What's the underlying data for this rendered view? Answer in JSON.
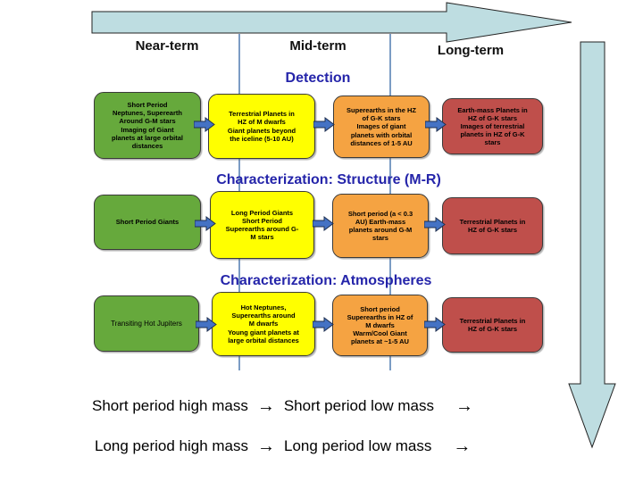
{
  "colors": {
    "light_blue": "#bedde1",
    "arrow_blue": "#4472c4",
    "green": "#66a93c",
    "yellow": "#ffff00",
    "orange": "#f5a342",
    "brick": "#bf4f4b",
    "heading_blue": "#2525aa",
    "divider": "#7b9cc4"
  },
  "timeline": {
    "near": "Near-term",
    "mid": "Mid-term",
    "long": "Long-term"
  },
  "sections": [
    {
      "title": "Detection",
      "boxes": [
        {
          "text": "Short Period\nNeptunes, Superearth\nAround G-M stars\nImaging of Giant\nplanets at large orbital\ndistances"
        },
        {
          "text": "Terrestrial Planets in\nHZ of M dwarfs\nGiant planets beyond\nthe iceline (5-10 AU)"
        },
        {
          "text": "Superearths in the HZ\nof G-K stars\nImages of giant\nplanets with orbital\ndistances of 1-5 AU"
        },
        {
          "text": "Earth-mass Planets in\nHZ of G-K stars\nImages of terrestrial\nplanets in HZ of G-K\nstars"
        }
      ]
    },
    {
      "title": "Characterization: Structure (M-R)",
      "boxes": [
        {
          "text": "Short Period Giants"
        },
        {
          "text": "Long Period Giants\nShort Period\nSuperearths around G-\nM stars"
        },
        {
          "text": "Short period (a < 0.3\nAU) Earth-mass\nplanets around G-M\nstars"
        },
        {
          "text": "Terrestrial Planets in\nHZ of G-K stars"
        }
      ]
    },
    {
      "title": "Characterization: Atmospheres",
      "boxes": [
        {
          "text": "Transiting Hot Jupiters"
        },
        {
          "text": "Hot Neptunes,\nSuperearths around\nM dwarfs\nYoung giant planets at\nlarge orbital distances"
        },
        {
          "text": "Short period\nSuperearths in HZ of\nM dwarfs\nWarm/Cool Giant\nplanets at ~1-5 AU"
        },
        {
          "text": "Terrestrial Planets in\nHZ of G-K stars"
        }
      ]
    }
  ],
  "legend": {
    "arrow": "→",
    "rows": [
      {
        "from": "Short period high mass",
        "to": "Short period low mass"
      },
      {
        "from": "Long period high mass",
        "to": "Long period low mass"
      }
    ]
  }
}
